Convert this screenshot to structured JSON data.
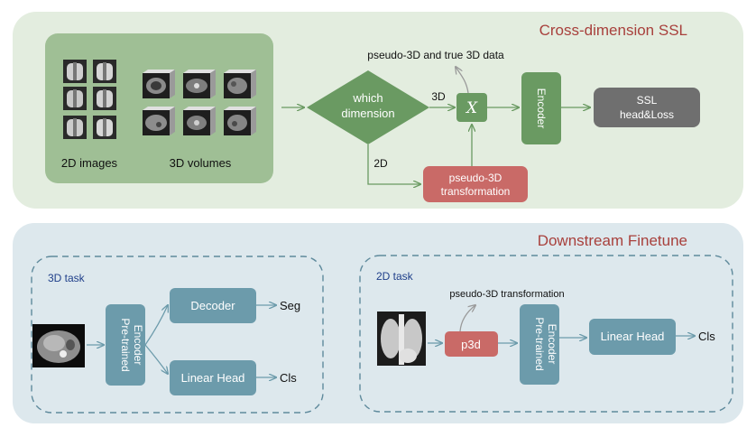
{
  "ssl": {
    "title": "Cross-dimension SSL",
    "images_label": "2D images",
    "volumes_label": "3D volumes",
    "diamond_line1": "which",
    "diamond_line2": "dimension",
    "edge_3d": "3D",
    "edge_2d": "2D",
    "x_symbol": "X",
    "pseudo_data": "pseudo-3D and true 3D data",
    "transform_line1": "pseudo-3D",
    "transform_line2": "transformation",
    "encoder": "Encoder",
    "head_line1": "SSL",
    "head_line2": "head&Loss"
  },
  "finetune": {
    "title": "Downstream Finetune",
    "task3d": {
      "title": "3D task",
      "encoder_line1": "Pre-trained",
      "encoder_line2": "Encoder",
      "decoder": "Decoder",
      "linear_head": "Linear Head",
      "seg": "Seg",
      "cls": "Cls"
    },
    "task2d": {
      "title": "2D task",
      "transform_label": "pseudo-3D transformation",
      "p3d": "p3d",
      "encoder_line1": "Pre-trained",
      "encoder_line2": "Encoder",
      "linear_head": "Linear Head",
      "cls": "Cls"
    }
  },
  "colors": {
    "ssl_panel": "#e3eddf",
    "ssl_inner": "#9fbf95",
    "green_node": "#6a9a62",
    "red_node": "#c96a67",
    "dark_node": "#6f6f6f",
    "ft_panel": "#dde8ed",
    "blue_node": "#6c9bab",
    "title_red": "#a8403c",
    "dash": "#5f8a9c"
  }
}
